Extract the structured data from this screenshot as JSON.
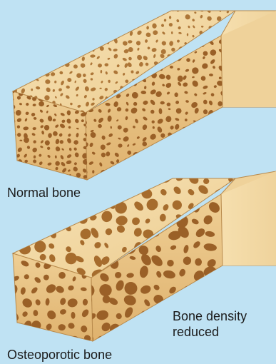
{
  "figure": {
    "background_color": "#bfe2f3",
    "bone_color": "#f1d49d",
    "bone_shadow_color": "#d9ab69",
    "cavity_color": "#a46a2c",
    "labels": {
      "normal_bone": "Normal bone",
      "osteoporotic_bone": "Osteoporotic bone",
      "density_line1": "Bone density",
      "density_line2": "reduced"
    },
    "panels": [
      {
        "name": "normal-bone",
        "porosity": "low"
      },
      {
        "name": "osteoporotic-bone",
        "porosity": "high"
      }
    ]
  }
}
